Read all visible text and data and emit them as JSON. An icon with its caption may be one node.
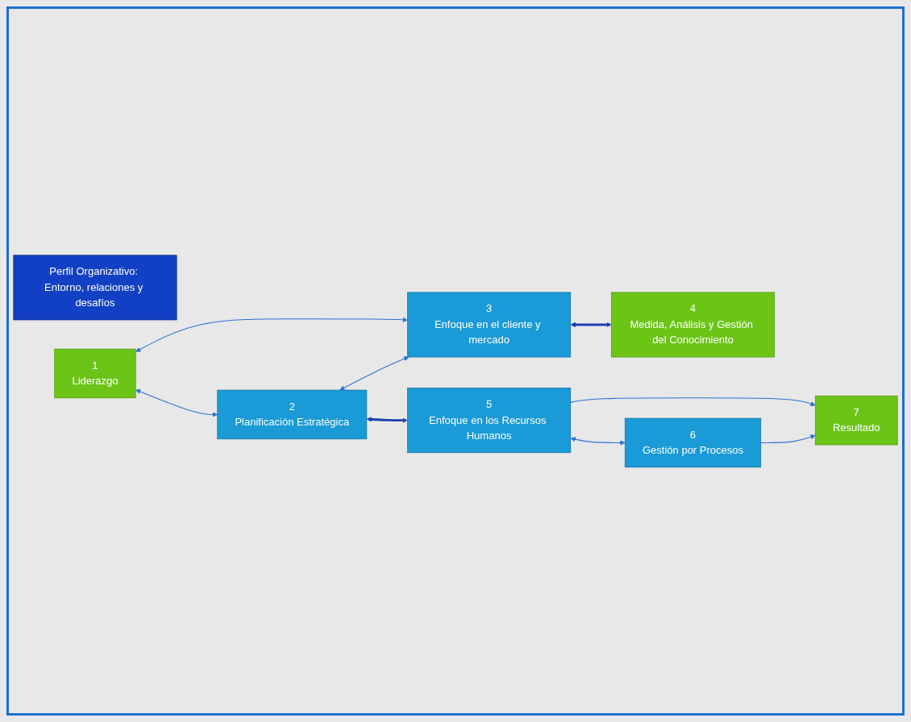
{
  "diagram": {
    "nodes": [
      {
        "text": [
          "Perfil Organizativo: Entorno, relaciones y desafíos"
        ]
      },
      {
        "text": [
          "1",
          "Liderazgo"
        ]
      },
      {
        "text": [
          "2",
          "Planificación Estratégica"
        ]
      },
      {
        "text": [
          "3",
          "Enfoque en el cliente y mercado"
        ]
      },
      {
        "text": [
          "4",
          "Medida, Análisis y Gestión del Conocimiento"
        ]
      },
      {
        "text": [
          "5",
          "Enfoque en los Recursos Humanos"
        ]
      },
      {
        "text": [
          "6",
          "Gestión por Procesos"
        ]
      },
      {
        "text": [
          "7",
          "Resultado"
        ]
      }
    ],
    "edges": [
      {
        "from": 1,
        "to": 2,
        "arrow": "both"
      },
      {
        "from": 1,
        "to": 3,
        "arrow": "both"
      },
      {
        "from": 2,
        "to": 3,
        "arrow": "both"
      },
      {
        "from": 2,
        "to": 5,
        "arrow": "both",
        "style": "thick"
      },
      {
        "from": 5,
        "to": 6,
        "arrow": "both"
      },
      {
        "from": 3,
        "to": 4,
        "arrow": "both",
        "style": "thick"
      },
      {
        "from": 5,
        "to": 7,
        "arrow": "to"
      },
      {
        "from": 6,
        "to": 7,
        "arrow": "to"
      }
    ]
  }
}
